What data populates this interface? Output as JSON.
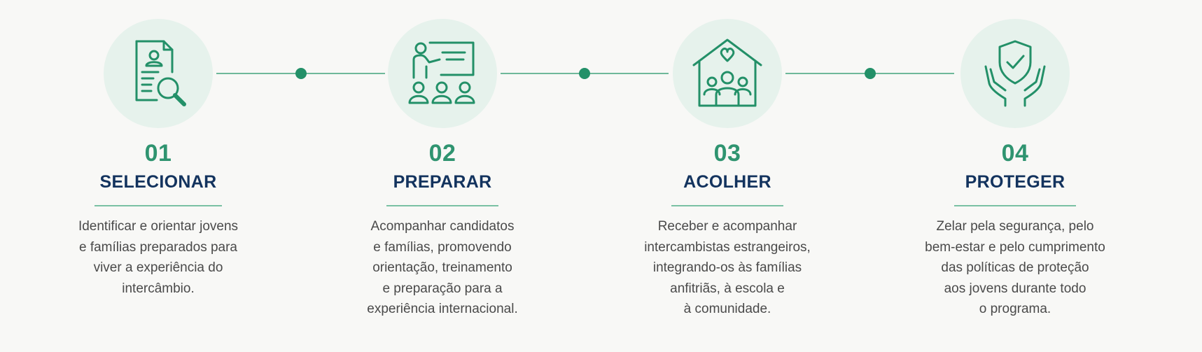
{
  "colors": {
    "accent": "#239068",
    "number": "#2f9470",
    "title": "#13335e",
    "text": "#4a4a4a",
    "circle": "#e6f2ec",
    "line": "#6fb89a"
  },
  "steps": [
    {
      "number": "01",
      "title": "SELECIONAR",
      "icon": "document-search-icon",
      "description": [
        "Identificar e orientar jovens",
        "e famílias preparados para",
        "viver a experiência do",
        "intercâmbio."
      ]
    },
    {
      "number": "02",
      "title": "PREPARAR",
      "icon": "presentation-training-icon",
      "description": [
        "Acompanhar candidatos",
        "e famílias, promovendo",
        "orientação, treinamento",
        "e preparação para a",
        "experiência internacional."
      ]
    },
    {
      "number": "03",
      "title": "ACOLHER",
      "icon": "house-family-heart-icon",
      "description": [
        "Receber e acompanhar",
        "intercambistas estrangeiros,",
        "integrando-os às famílias",
        "anfitriãs, à escola e",
        "à comunidade."
      ]
    },
    {
      "number": "04",
      "title": "PROTEGER",
      "icon": "hands-shield-check-icon",
      "description": [
        "Zelar pela segurança, pelo",
        "bem-estar e pelo cumprimento",
        "das políticas de proteção",
        "aos jovens durante todo",
        "o programa."
      ]
    }
  ]
}
